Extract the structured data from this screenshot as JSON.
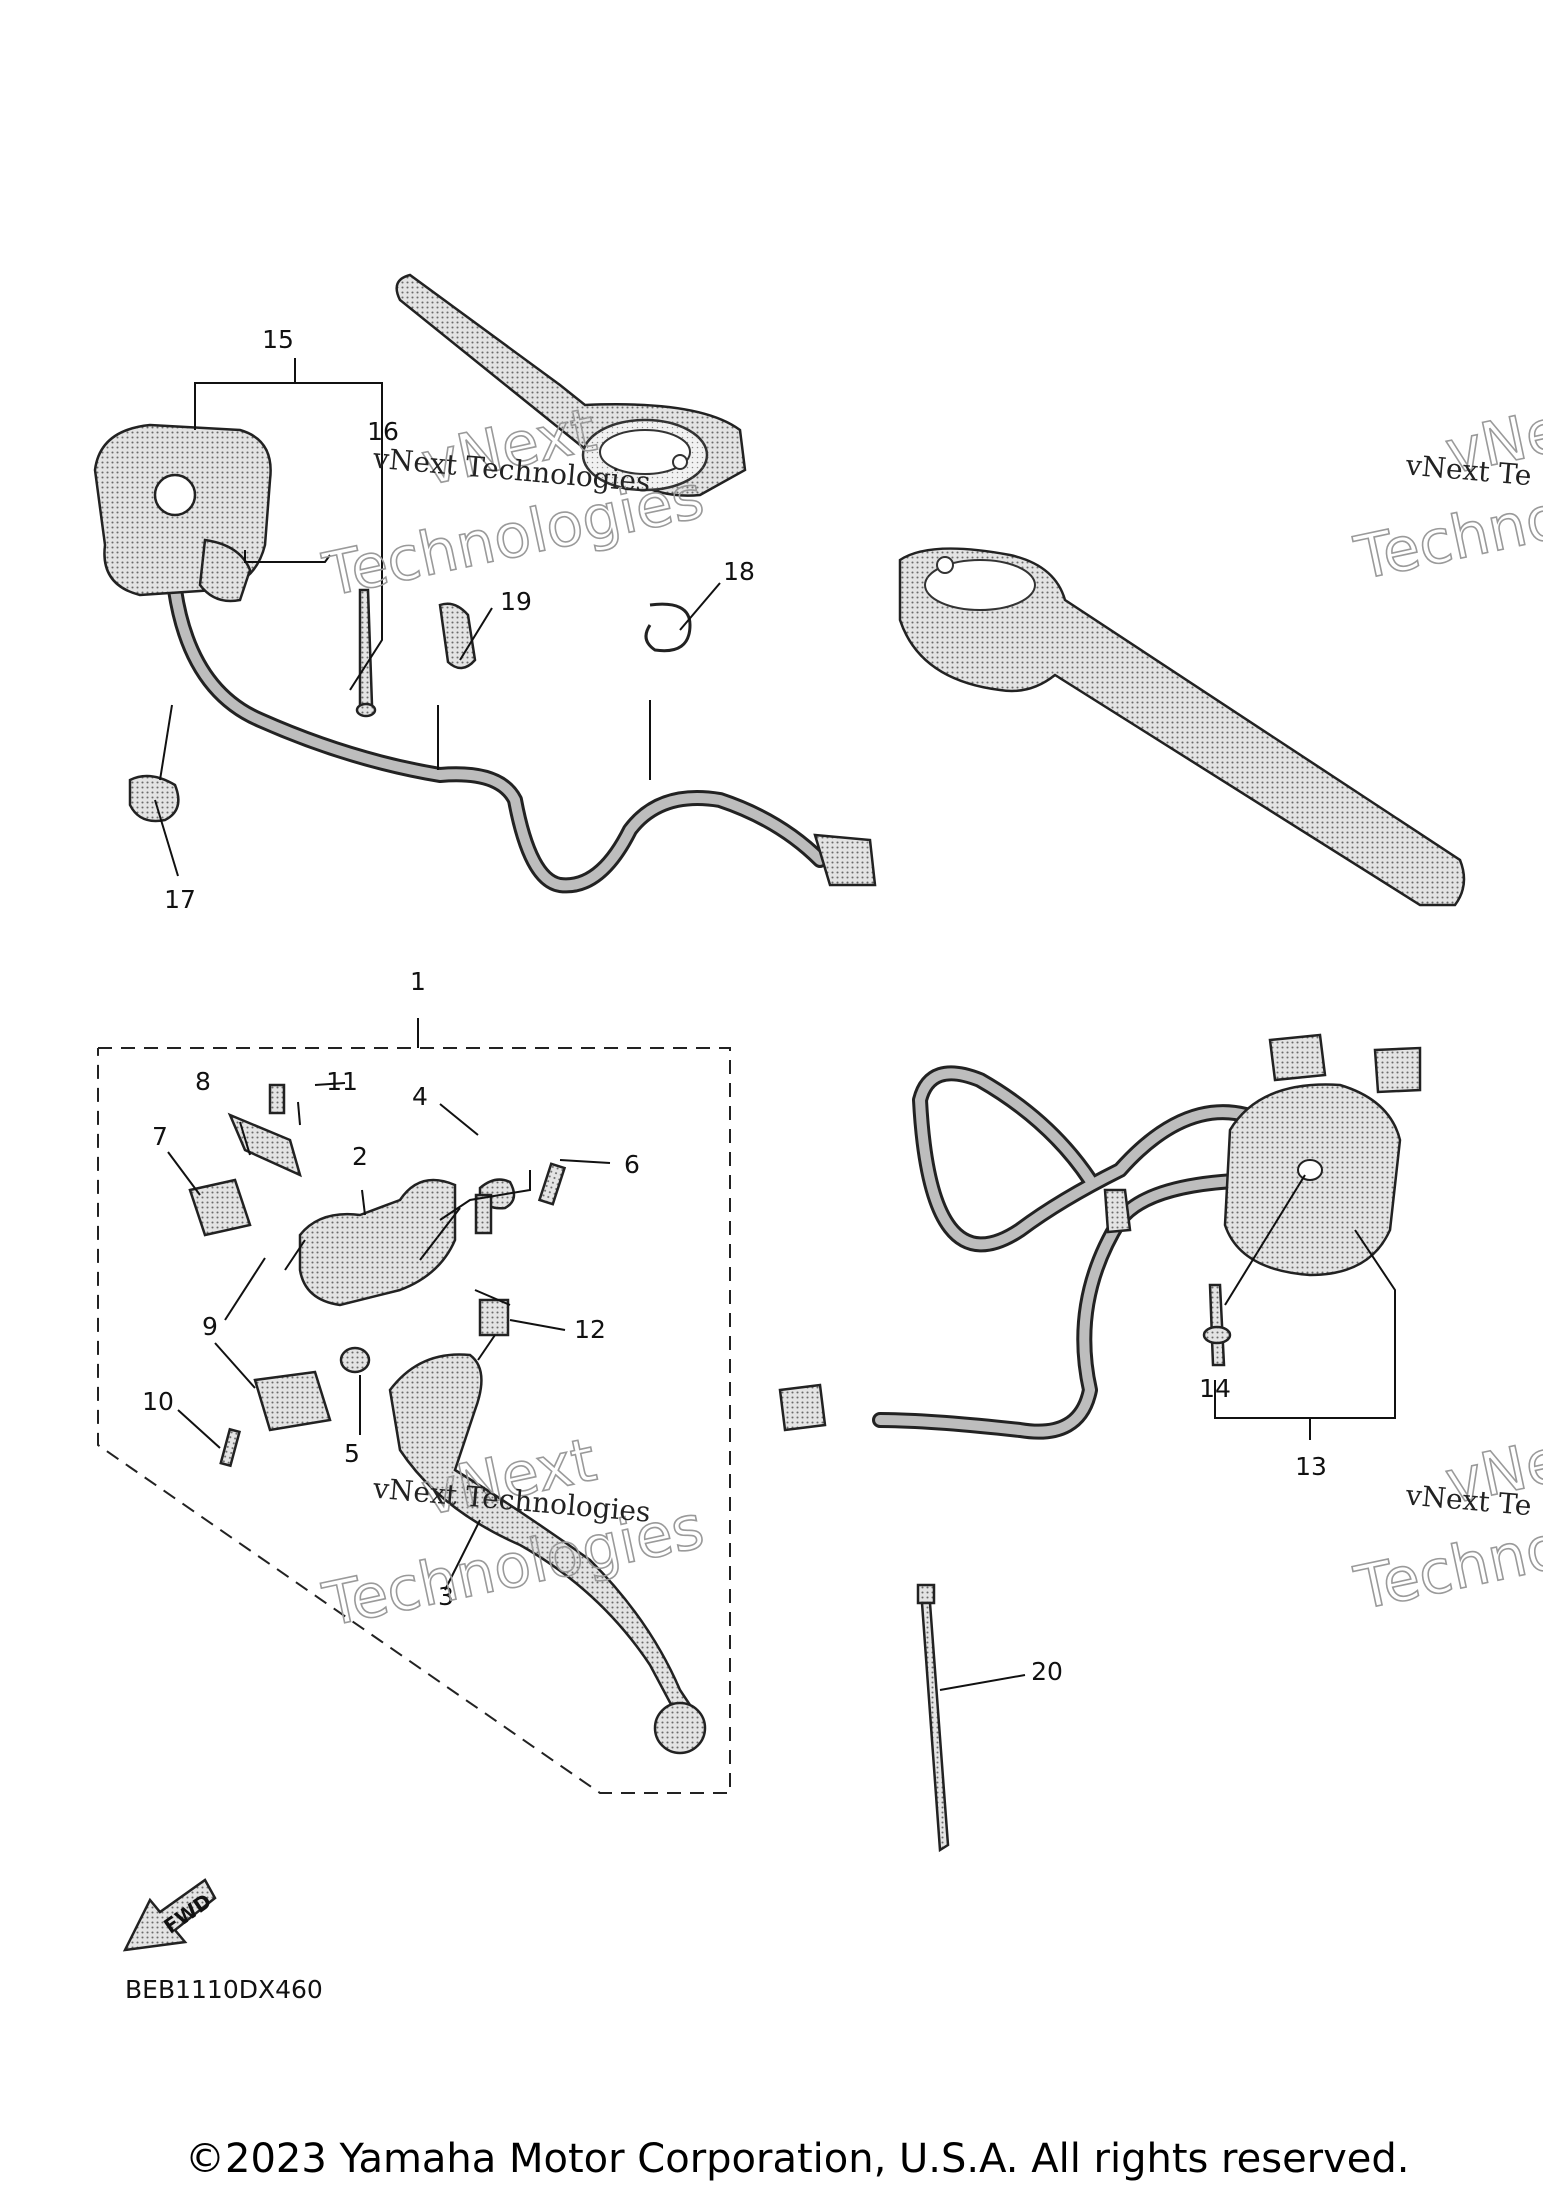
{
  "callouts": [
    {
      "id": "15",
      "label": "15"
    },
    {
      "id": "16",
      "label": "16"
    },
    {
      "id": "17",
      "label": "17"
    },
    {
      "id": "18",
      "label": "18"
    },
    {
      "id": "19",
      "label": "19"
    },
    {
      "id": "1",
      "label": "1"
    },
    {
      "id": "2",
      "label": "2"
    },
    {
      "id": "3",
      "label": "3"
    },
    {
      "id": "4",
      "label": "4"
    },
    {
      "id": "5",
      "label": "5"
    },
    {
      "id": "6",
      "label": "6"
    },
    {
      "id": "7",
      "label": "7"
    },
    {
      "id": "8",
      "label": "8"
    },
    {
      "id": "9",
      "label": "9"
    },
    {
      "id": "10",
      "label": "10"
    },
    {
      "id": "11",
      "label": "11"
    },
    {
      "id": "12",
      "label": "12"
    },
    {
      "id": "13",
      "label": "13"
    },
    {
      "id": "14",
      "label": "14"
    },
    {
      "id": "20",
      "label": "20"
    }
  ],
  "watermark": {
    "company": "vNext Technologies",
    "ghost_top": "vNext",
    "ghost_bottom": "Technologies",
    "company_cut": "vNext Te",
    "ghost_top_cut": "vNe",
    "ghost_bottom_cut": "Techno"
  },
  "fwd_label": "FWD",
  "diagram_code": "BEB1110DX460",
  "copyright": "©2023 Yamaha Motor Corporation, U.S.A. All rights reserved."
}
